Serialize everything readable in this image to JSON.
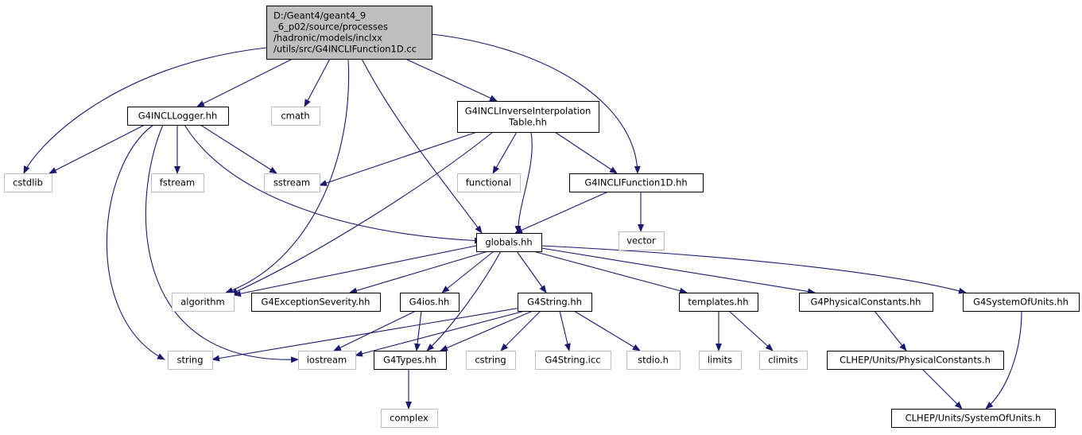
{
  "colors": {
    "edge": "#191970",
    "root_fill": "#bfbfbf",
    "root_border": "#000000",
    "local_border": "#000000",
    "system_border": "#bfbfbf",
    "text": "#000000"
  },
  "graph": {
    "nodes": [
      {
        "id": "root",
        "kind": "root",
        "lines": [
          "D:/Geant4/geant4_9",
          "_6_p02/source/processes",
          "/hadronic/models/inclxx",
          "/utils/src/G4INCLIFunction1D.cc"
        ]
      },
      {
        "id": "logger",
        "kind": "local",
        "lines": [
          "G4INCLLogger.hh"
        ]
      },
      {
        "id": "cmath",
        "kind": "system",
        "lines": [
          "cmath"
        ]
      },
      {
        "id": "invinterp",
        "kind": "local",
        "lines": [
          "G4INCLInverseInterpolation",
          "Table.hh"
        ]
      },
      {
        "id": "cstdlib",
        "kind": "system",
        "lines": [
          "cstdlib"
        ]
      },
      {
        "id": "fstream",
        "kind": "system",
        "lines": [
          "fstream"
        ]
      },
      {
        "id": "sstream",
        "kind": "system",
        "lines": [
          "sstream"
        ]
      },
      {
        "id": "functional",
        "kind": "system",
        "lines": [
          "functional"
        ]
      },
      {
        "id": "ifunction1d",
        "kind": "local",
        "lines": [
          "G4INCLIFunction1D.hh"
        ]
      },
      {
        "id": "vector",
        "kind": "system",
        "lines": [
          "vector"
        ]
      },
      {
        "id": "globals",
        "kind": "local",
        "lines": [
          "globals.hh"
        ]
      },
      {
        "id": "algorithm",
        "kind": "system",
        "lines": [
          "algorithm"
        ]
      },
      {
        "id": "excsev",
        "kind": "local",
        "lines": [
          "G4ExceptionSeverity.hh"
        ]
      },
      {
        "id": "g4ios",
        "kind": "local",
        "lines": [
          "G4ios.hh"
        ]
      },
      {
        "id": "g4string",
        "kind": "local",
        "lines": [
          "G4String.hh"
        ]
      },
      {
        "id": "templates",
        "kind": "local",
        "lines": [
          "templates.hh"
        ]
      },
      {
        "id": "physconst",
        "kind": "local",
        "lines": [
          "G4PhysicalConstants.hh"
        ]
      },
      {
        "id": "sysunits",
        "kind": "local",
        "lines": [
          "G4SystemOfUnits.hh"
        ]
      },
      {
        "id": "string",
        "kind": "system",
        "lines": [
          "string"
        ]
      },
      {
        "id": "iostream",
        "kind": "system",
        "lines": [
          "iostream"
        ]
      },
      {
        "id": "g4types",
        "kind": "local",
        "lines": [
          "G4Types.hh"
        ]
      },
      {
        "id": "cstring",
        "kind": "system",
        "lines": [
          "cstring"
        ]
      },
      {
        "id": "g4stringicc",
        "kind": "system",
        "lines": [
          "G4String.icc"
        ]
      },
      {
        "id": "stdio",
        "kind": "system",
        "lines": [
          "stdio.h"
        ]
      },
      {
        "id": "limits",
        "kind": "system",
        "lines": [
          "limits"
        ]
      },
      {
        "id": "climits",
        "kind": "system",
        "lines": [
          "climits"
        ]
      },
      {
        "id": "clhepphys",
        "kind": "local",
        "lines": [
          "CLHEP/Units/PhysicalConstants.h"
        ]
      },
      {
        "id": "complex",
        "kind": "system",
        "lines": [
          "complex"
        ]
      },
      {
        "id": "clhepunits",
        "kind": "local",
        "lines": [
          "CLHEP/Units/SystemOfUnits.h"
        ]
      }
    ],
    "edges": [
      {
        "from": "root",
        "to": "cstdlib"
      },
      {
        "from": "root",
        "to": "logger"
      },
      {
        "from": "root",
        "to": "cmath"
      },
      {
        "from": "root",
        "to": "algorithm"
      },
      {
        "from": "root",
        "to": "globals"
      },
      {
        "from": "root",
        "to": "invinterp"
      },
      {
        "from": "root",
        "to": "ifunction1d"
      },
      {
        "from": "logger",
        "to": "cstdlib"
      },
      {
        "from": "logger",
        "to": "fstream"
      },
      {
        "from": "logger",
        "to": "sstream"
      },
      {
        "from": "logger",
        "to": "globals"
      },
      {
        "from": "logger",
        "to": "string"
      },
      {
        "from": "logger",
        "to": "iostream"
      },
      {
        "from": "invinterp",
        "to": "sstream"
      },
      {
        "from": "invinterp",
        "to": "functional"
      },
      {
        "from": "invinterp",
        "to": "globals"
      },
      {
        "from": "invinterp",
        "to": "ifunction1d"
      },
      {
        "from": "invinterp",
        "to": "algorithm"
      },
      {
        "from": "ifunction1d",
        "to": "globals"
      },
      {
        "from": "ifunction1d",
        "to": "vector"
      },
      {
        "from": "globals",
        "to": "algorithm"
      },
      {
        "from": "globals",
        "to": "excsev"
      },
      {
        "from": "globals",
        "to": "g4ios"
      },
      {
        "from": "globals",
        "to": "g4string"
      },
      {
        "from": "globals",
        "to": "templates"
      },
      {
        "from": "globals",
        "to": "physconst"
      },
      {
        "from": "globals",
        "to": "sysunits"
      },
      {
        "from": "globals",
        "to": "g4types"
      },
      {
        "from": "g4ios",
        "to": "iostream"
      },
      {
        "from": "g4ios",
        "to": "g4types"
      },
      {
        "from": "g4string",
        "to": "string"
      },
      {
        "from": "g4string",
        "to": "iostream"
      },
      {
        "from": "g4string",
        "to": "g4types"
      },
      {
        "from": "g4string",
        "to": "cstring"
      },
      {
        "from": "g4string",
        "to": "g4stringicc"
      },
      {
        "from": "g4string",
        "to": "stdio"
      },
      {
        "from": "templates",
        "to": "limits"
      },
      {
        "from": "templates",
        "to": "climits"
      },
      {
        "from": "physconst",
        "to": "clhepphys"
      },
      {
        "from": "sysunits",
        "to": "clhepunits"
      },
      {
        "from": "clhepphys",
        "to": "clhepunits"
      },
      {
        "from": "g4types",
        "to": "complex"
      }
    ]
  }
}
